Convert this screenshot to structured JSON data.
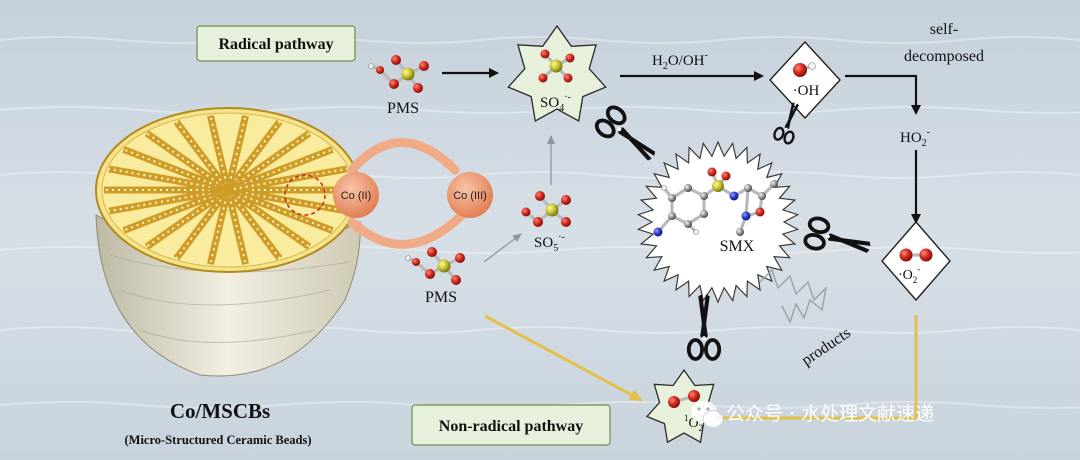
{
  "labels": {
    "radical_pathway": "Radical pathway",
    "non_radical_pathway": "Non-radical pathway",
    "pms_top": "PMS",
    "pms_bottom": "PMS",
    "so4": "SO",
    "so4_sub": "4",
    "so4_sup": "·-",
    "so5": "SO",
    "so5_sub": "5",
    "so5_sup": "·-",
    "h2o_oh": "H",
    "h2o_sub": "2",
    "h2o_rest": "O/OH",
    "h2o_sup": "-",
    "oh_radical": "·OH",
    "self_decomposed_1": "self-",
    "self_decomposed_2": "decomposed",
    "ho2": "HO",
    "ho2_sub": "2",
    "ho2_sup": "-",
    "o2_radical": "·O",
    "o2_radical_sub": "2",
    "o2_radical_sup": "-",
    "singlet_o2_sup": "1",
    "singlet_o2": "O",
    "singlet_o2_sub": "2",
    "smx": "SMX",
    "products": "products",
    "co2": "Co (II)",
    "co3": "Co (III)",
    "catalyst_name": "Co/MSCBs",
    "catalyst_desc": "(Micro-Structured Ceramic Beads)"
  },
  "watermark": {
    "icon": "wechat-icon",
    "text": "公众号 · 水处理文献速递"
  },
  "colors": {
    "box_fill": "#e6f0da",
    "box_stroke": "#6f8a4e",
    "co_fill": "#e8936c",
    "arc_color": "#f0ab86",
    "yellow_arrow": "#e3c04a",
    "sulfur": "#c8c430",
    "oxygen": "#d42a20"
  }
}
